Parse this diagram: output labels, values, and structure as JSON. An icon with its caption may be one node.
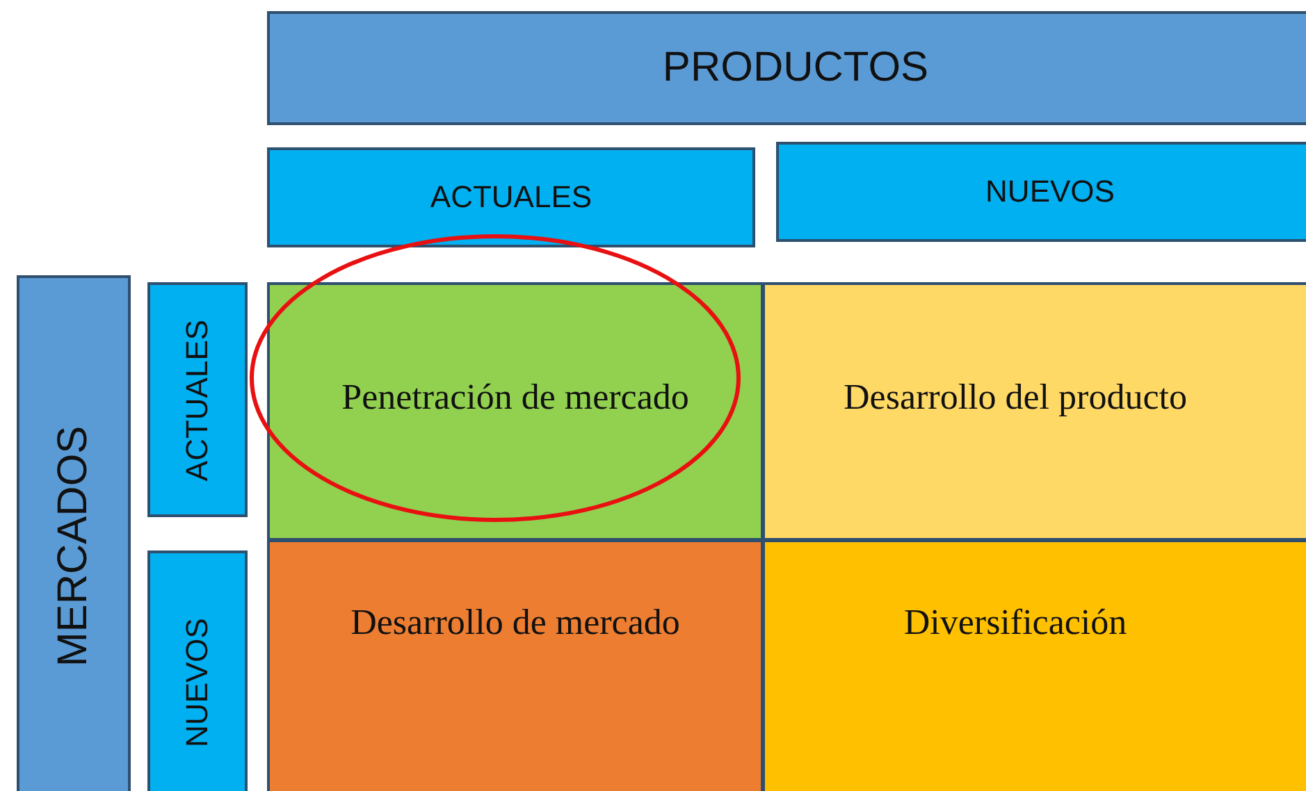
{
  "diagram": {
    "nodes": [
      {
        "text": [
          "PRODUCTOS"
        ]
      },
      {
        "text": [
          "ACTUALES"
        ]
      },
      {
        "text": [
          "NUEVOS"
        ]
      },
      {
        "text": [
          "MERCADOS"
        ]
      },
      {
        "text": [
          "ACTUALES"
        ]
      },
      {
        "text": [
          "NUEVOS"
        ]
      },
      {
        "text": [
          "Penetración de mercado"
        ]
      },
      {
        "text": [
          "Desarrollo del producto"
        ]
      },
      {
        "text": [
          "Desarrollo de mercado"
        ]
      },
      {
        "text": [
          "Diversificación"
        ]
      }
    ]
  }
}
